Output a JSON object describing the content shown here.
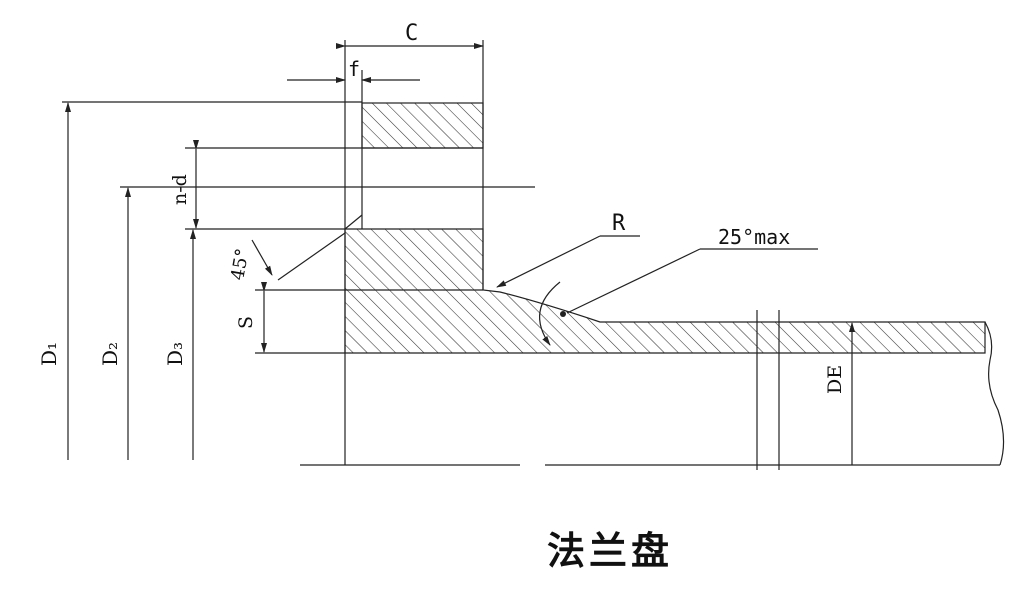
{
  "labels": {
    "c": "C",
    "f": "f",
    "nd": "n-d",
    "angle45": "45°",
    "s": "S",
    "d1": "D₁",
    "d2": "D₂",
    "d3": "D₃",
    "r": "R",
    "angle_max": "25°max",
    "de": "DE"
  },
  "caption": "法兰盘",
  "colors": {
    "line": "#222222",
    "hatch": "#333333",
    "background": "#ffffff"
  }
}
